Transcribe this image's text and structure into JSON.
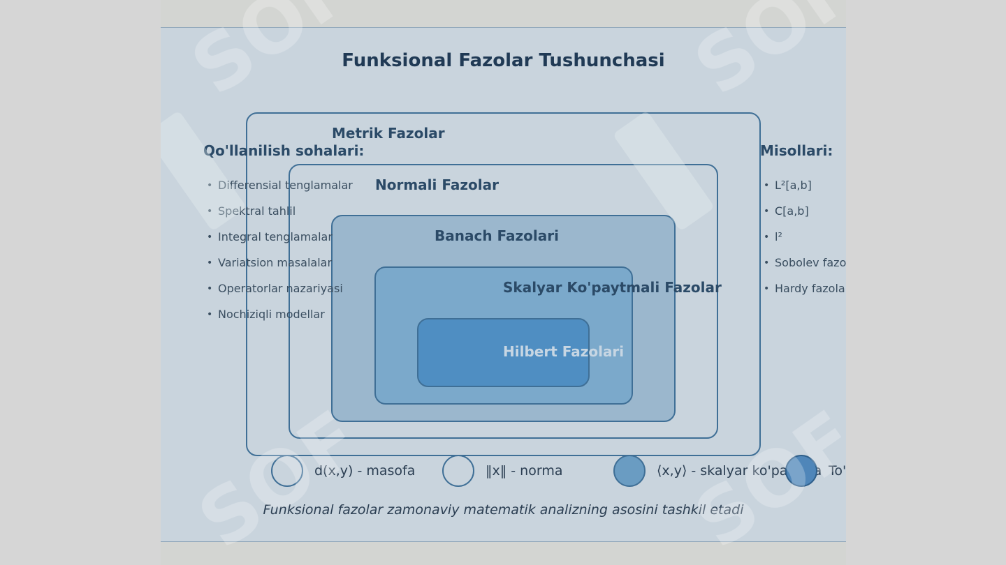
{
  "diagram": {
    "title": "Funksional Fazolar Tushunchasi",
    "levels": [
      {
        "label": "Metrik Fazolar"
      },
      {
        "label": "Normali Fazolar"
      },
      {
        "label": "Banach Fazolari"
      },
      {
        "label": "Skalyar Ko'paytmali Fazolar"
      },
      {
        "label": "Hilbert Fazolari"
      }
    ],
    "applications": {
      "heading": "Qo'llanilish sohalari:",
      "items": [
        "Differensial tenglamalar",
        "Spektral tahlil",
        "Integral tenglamalar",
        "Variatsion masalalar",
        "Operatorlar nazariyasi",
        "Nochiziqli modellar"
      ]
    },
    "examples": {
      "heading": "Misollari:",
      "items": [
        "L²[a,b]",
        "C[a,b]",
        "l²",
        "Sobolev fazo",
        "Hardy fazolar"
      ]
    },
    "legend": [
      {
        "label": "d(x,y) - masofa",
        "color": "#c9d4dd"
      },
      {
        "label": "‖x‖ - norma",
        "color": "#c9d4dd"
      },
      {
        "label": "⟨x,y⟩ - skalyar ko'paytma",
        "color": "#6a9cc2"
      },
      {
        "label": "To'",
        "color": "#4f86b9"
      }
    ],
    "caption": "Funksional fazolar zamonaviy matematik analizning asosini tashkil etadi"
  },
  "colors": {
    "background": "#c9d4dd",
    "border": "#3f6f96",
    "banach_fill": "#9bb7cd",
    "skalyar_fill": "#7ba9cb",
    "hilbert_fill": "#4f8ec2",
    "heading": "#203a55"
  },
  "watermark": {
    "text": "SOF"
  }
}
